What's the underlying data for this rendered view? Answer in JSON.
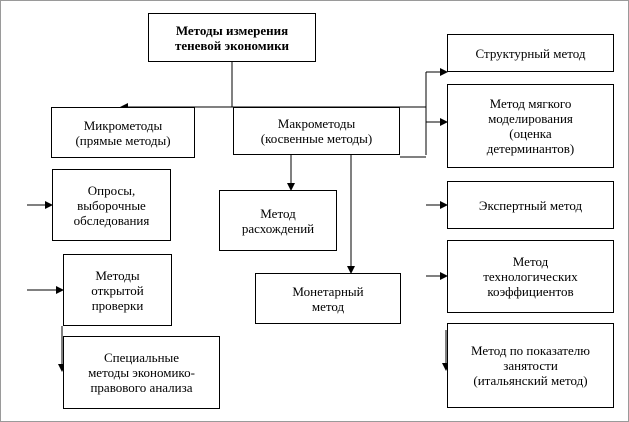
{
  "root": "Методы измерения\nтеневой экономики",
  "micro": "Микрометоды\n(прямые методы)",
  "macro": "Макрометоды\n(косвенные методы)",
  "micro_methods": {
    "surveys": "Опросы,\nвыборочные\nобследования",
    "open_audit": "Методы\nоткрытой\nпроверки",
    "special": "Специальные\nметоды экономико-\nправового  анализа"
  },
  "macro_methods": {
    "discrepancy": "Метод\nрасхождений",
    "monetary": "Монетарный\nметод"
  },
  "right_methods": {
    "structural": "Структурный метод",
    "soft_modeling": "Метод мягкого\nмоделирования\n(оценка\nдетерминантов)",
    "expert": "Экспертный метод",
    "technological": "Метод\nтехнологических\nкоэффициентов",
    "employment": "Метод по показателю\nзанятости\n(итальянский метод)"
  }
}
